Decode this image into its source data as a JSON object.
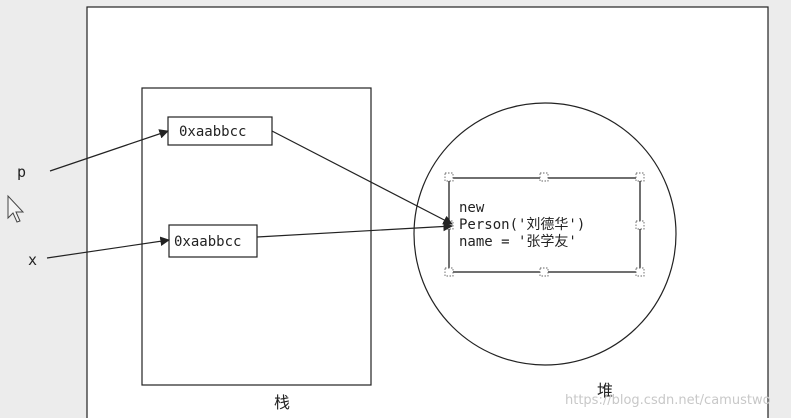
{
  "diagram": {
    "var_p": "p",
    "var_x": "x",
    "stack_cell_1": "0xaabbcc",
    "stack_cell_2": "0xaabbcc",
    "object_line_1": "new",
    "object_line_2": "Person('刘德华')",
    "object_line_3": "name = '张学友'",
    "stack_label": "栈",
    "heap_label": "堆",
    "watermark": "https://blog.csdn.net/camustwo"
  },
  "colors": {
    "background": "#ececec",
    "canvas": "#ffffff",
    "stroke": "#222222"
  }
}
